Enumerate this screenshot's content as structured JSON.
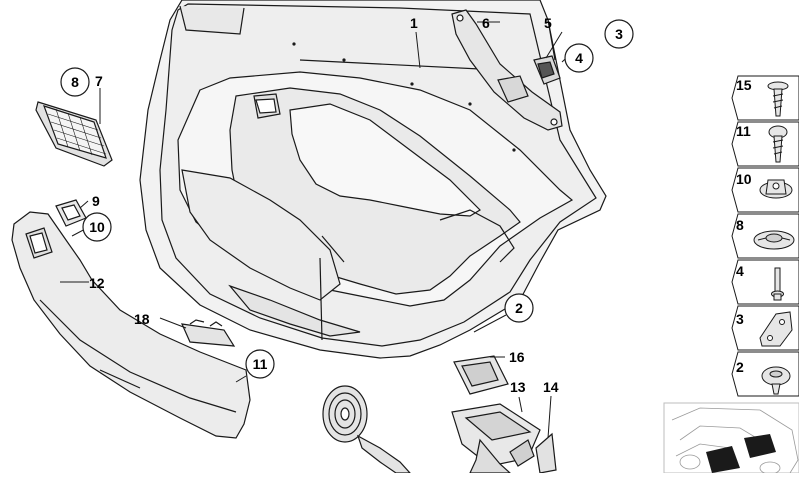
{
  "diagram": {
    "callouts": {
      "n1": "1",
      "n2": "2",
      "n3": "3",
      "n4": "4",
      "n5": "5",
      "n6": "6",
      "n7": "7",
      "n8": "8",
      "n9": "9",
      "n10": "10",
      "n11": "11",
      "n12": "12",
      "n13": "13",
      "n14": "14",
      "n16": "16",
      "n18": "18"
    },
    "side_panel": [
      {
        "label": "15",
        "part": "screw-pan-head"
      },
      {
        "label": "11",
        "part": "screw-oval-head"
      },
      {
        "label": "10",
        "part": "nut-clip"
      },
      {
        "label": "8",
        "part": "expanding-rivet"
      },
      {
        "label": "4",
        "part": "pin-plug"
      },
      {
        "label": "3",
        "part": "bracket"
      },
      {
        "label": "2",
        "part": "push-clip"
      }
    ],
    "colors": {
      "line": "#1a1a1a",
      "panel_fill": "#f2f2f2",
      "part_fill": "#e6e6e6",
      "dark_fill": "#1a1a1a",
      "thumb_border": "#bdbdbd"
    }
  }
}
